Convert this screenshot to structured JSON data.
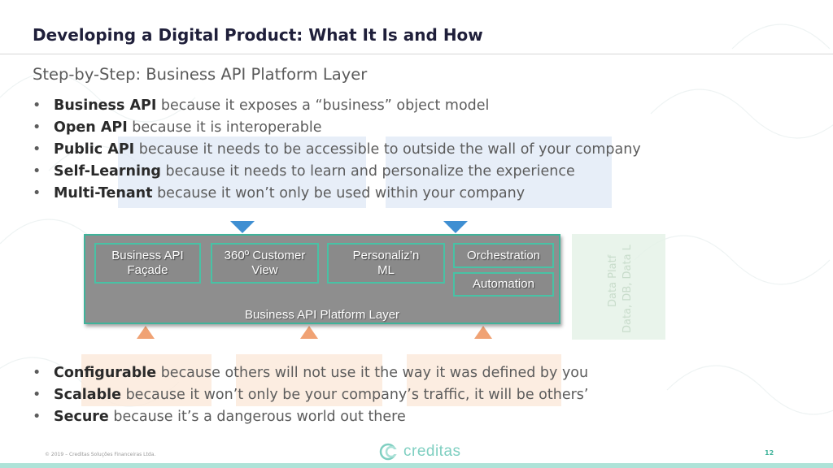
{
  "slide": {
    "title": "Developing a Digital Product: What It Is and How",
    "subtitle": "Step-by-Step: Business API Platform Layer",
    "bullets_top": [
      {
        "term": "Business API",
        "text": " because it exposes a “business” object model"
      },
      {
        "term": "Open API",
        "text": " because it is interoperable"
      },
      {
        "term": "Public API",
        "text": " because it needs to be accessible to outside the wall of your company"
      },
      {
        "term": "Self-Learning",
        "text": " because it needs to learn and personalize the experience"
      },
      {
        "term": "Multi-Tenant",
        "text": " because it won’t only be used within your company"
      }
    ],
    "bullets_bottom": [
      {
        "term": "Configurable",
        "text": " because others will not use it the way it was defined by you"
      },
      {
        "term": "Scalable",
        "text": " because it won’t only be your company’s traffic, it will be others’"
      },
      {
        "term": "Secure",
        "text": " because it’s a dangerous world out there"
      }
    ],
    "bullet_symbol": "•"
  },
  "diagram": {
    "platform_label": "Business API Platform Layer",
    "components": {
      "facade": "Business API\nFaçade",
      "customer_view": "360º Customer\nView",
      "personalization": "Personaliz’n\nML",
      "orchestration": "Orchestration",
      "automation": "Automation"
    },
    "faded_side_labels": [
      "Data Platf",
      "Data, DB, Data L"
    ],
    "colors": {
      "platform_fill": "#8e8e8e",
      "component_border": "#48c2a5",
      "arrow_down": "#3f8fd2",
      "arrow_up": "#f0a274"
    }
  },
  "footer": {
    "copyright": "© 2019 – Creditas Soluções Financeiras Ltda.",
    "brand": "creditas",
    "page_number": "12",
    "logo_icon": "creditas-logo-icon"
  }
}
